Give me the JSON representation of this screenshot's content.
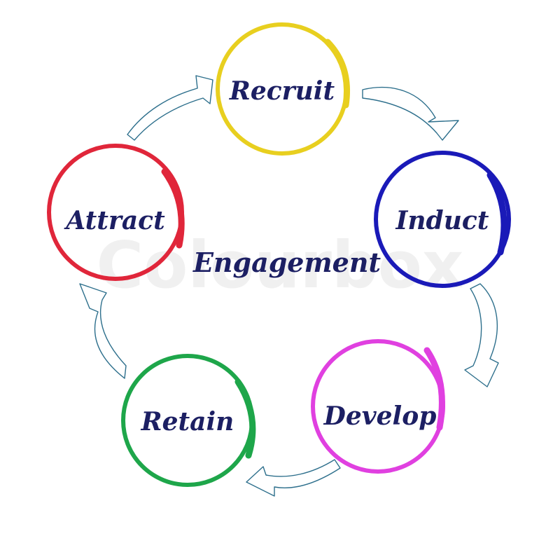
{
  "watermark": "Colourbox",
  "center": {
    "label": "Engagement"
  },
  "nodes": [
    {
      "id": "recruit",
      "label": "Recruit",
      "color": "#e8cf1f"
    },
    {
      "id": "induct",
      "label": "Induct",
      "color": "#1a1ab8"
    },
    {
      "id": "develop",
      "label": "Develop",
      "color": "#e040e0"
    },
    {
      "id": "retain",
      "label": "Retain",
      "color": "#1ea64a"
    },
    {
      "id": "attract",
      "label": "Attract",
      "color": "#e0263a"
    }
  ]
}
